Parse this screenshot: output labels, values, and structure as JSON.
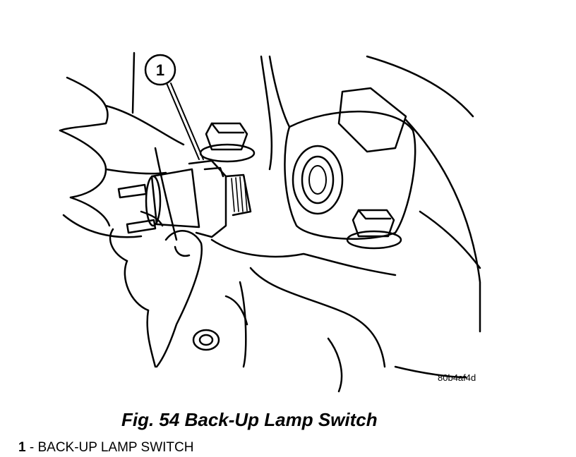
{
  "callout": {
    "number": "1"
  },
  "image_code": "80b4af4d",
  "caption": "Fig. 54 Back-Up Lamp Switch",
  "legend": [
    {
      "number": "1",
      "separator": " - ",
      "label": "BACK-UP LAMP SWITCH"
    }
  ]
}
